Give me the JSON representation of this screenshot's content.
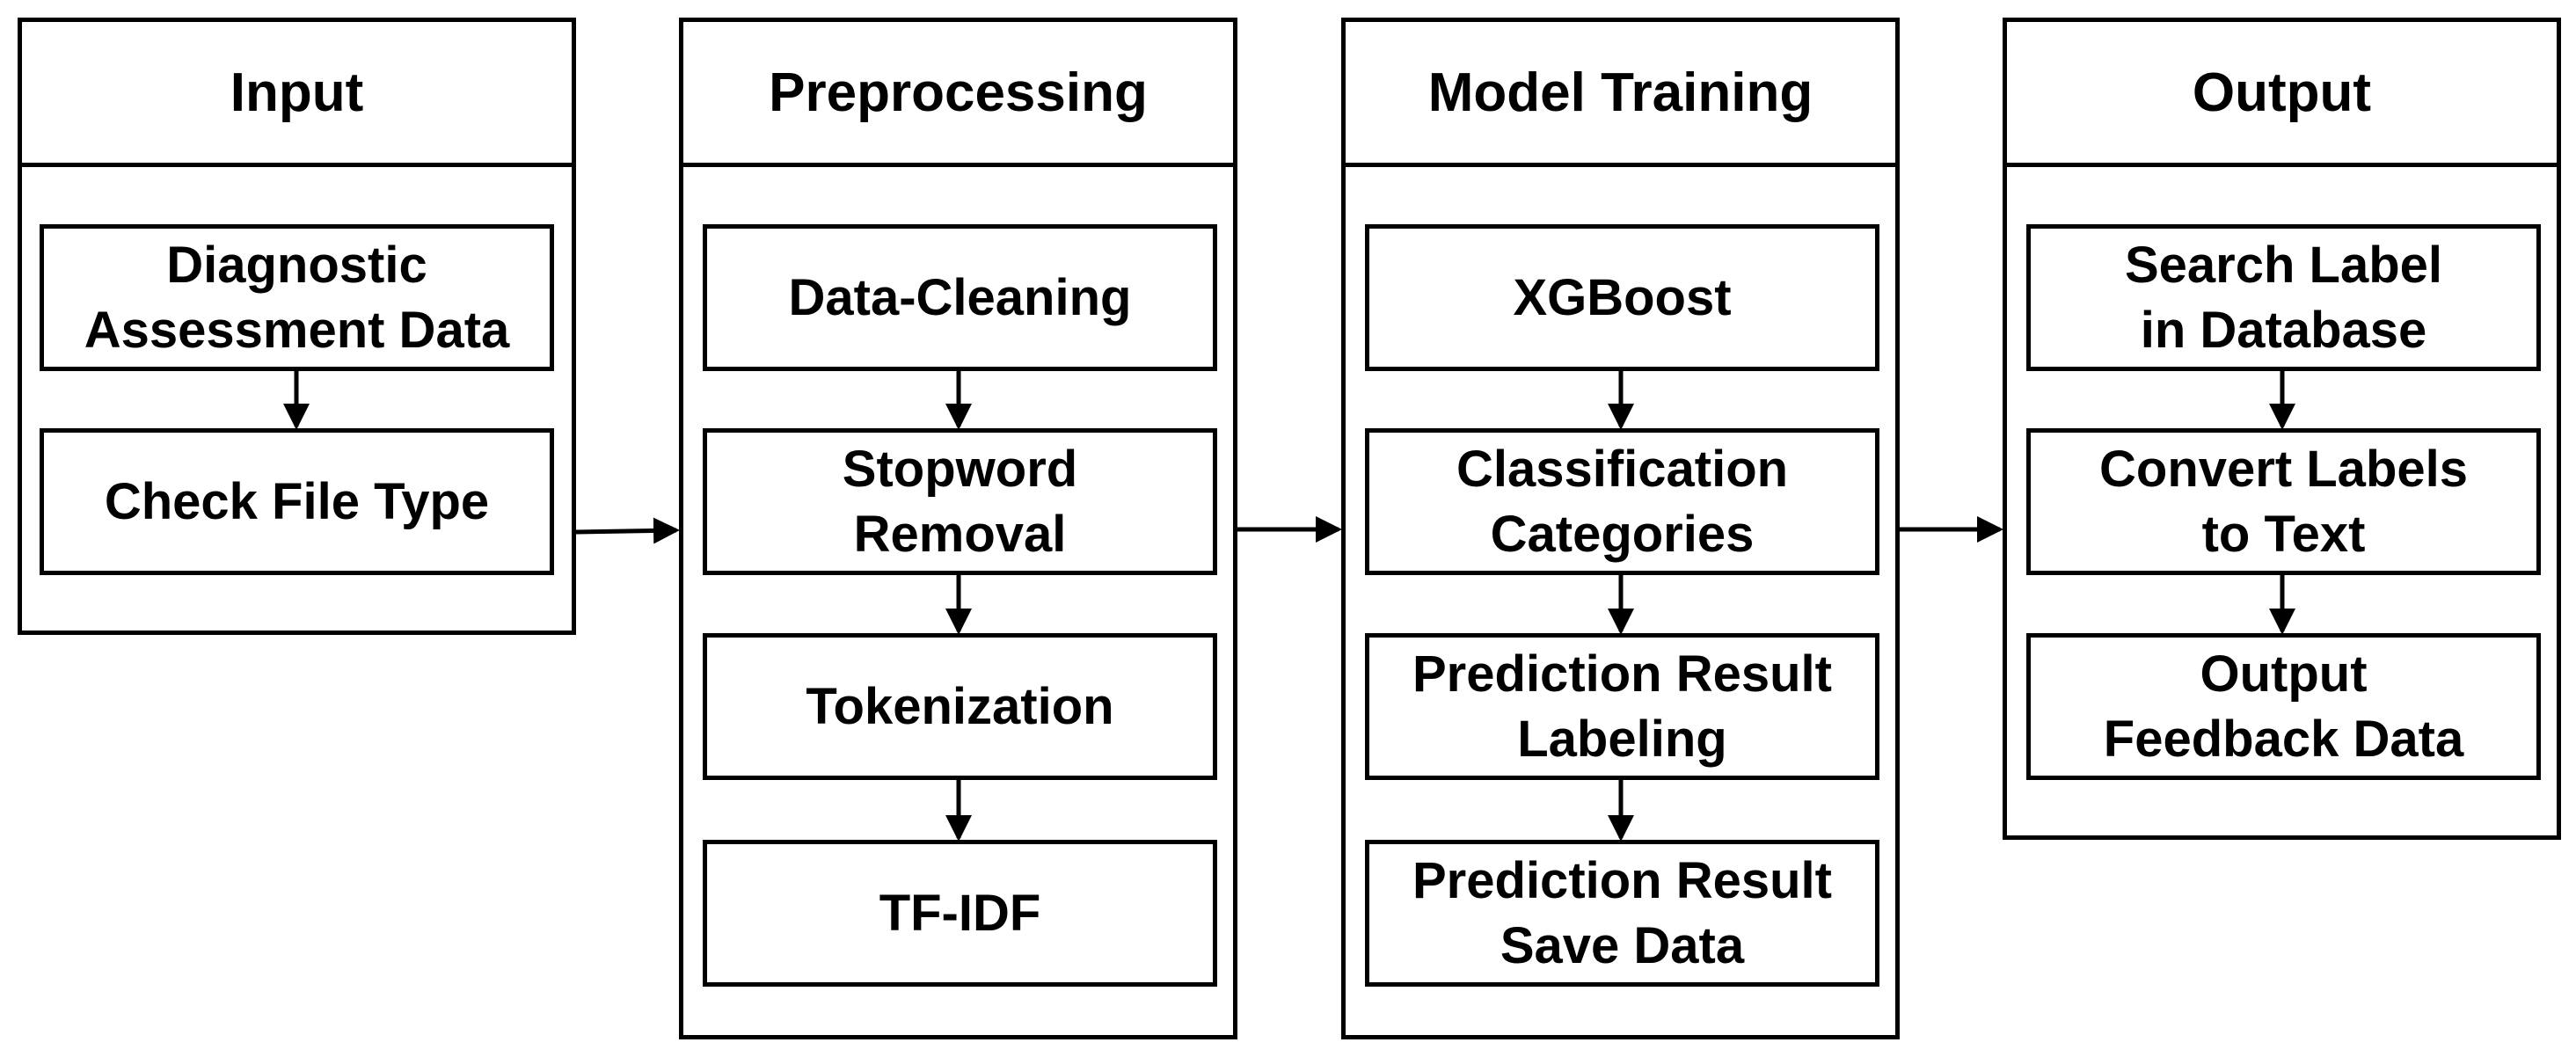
{
  "columns": [
    {
      "title": "Input",
      "steps": [
        "Diagnostic\nAssessment Data",
        "Check File Type"
      ]
    },
    {
      "title": "Preprocessing",
      "steps": [
        "Data-Cleaning",
        "Stopword\nRemoval",
        "Tokenization",
        "TF-IDF"
      ]
    },
    {
      "title": "Model Training",
      "steps": [
        "XGBoost",
        "Classification\nCategories",
        "Prediction Result\nLabeling",
        "Prediction Result\nSave Data"
      ]
    },
    {
      "title": "Output",
      "steps": [
        "Search Label\nin Database",
        "Convert Labels\nto Text",
        "Output\nFeedback Data"
      ]
    }
  ],
  "colors": {
    "line": "#000000",
    "background": "#ffffff"
  }
}
